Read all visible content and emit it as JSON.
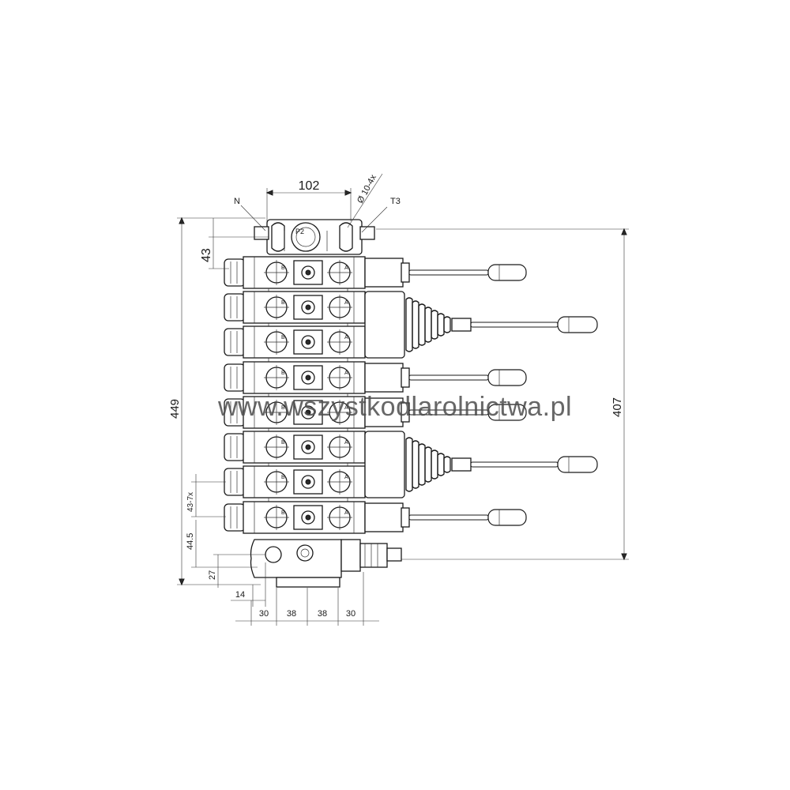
{
  "dimensions": {
    "top_width": "102",
    "hole_spec": "Ø 10-4x",
    "port_t3": "T3",
    "port_n": "N",
    "port_p2": "P2",
    "section_height": "43",
    "total_height": "449",
    "lever_height": "407",
    "pitch": "43-7x",
    "outlet_offset": "44.5",
    "base_offset": "27",
    "small_offset": "14",
    "bottom_row": [
      "30",
      "38",
      "38",
      "30"
    ]
  },
  "port_labels": {
    "b": "B",
    "a": "A"
  },
  "watermark": "www.wszystkodlarolnictwa.pl"
}
